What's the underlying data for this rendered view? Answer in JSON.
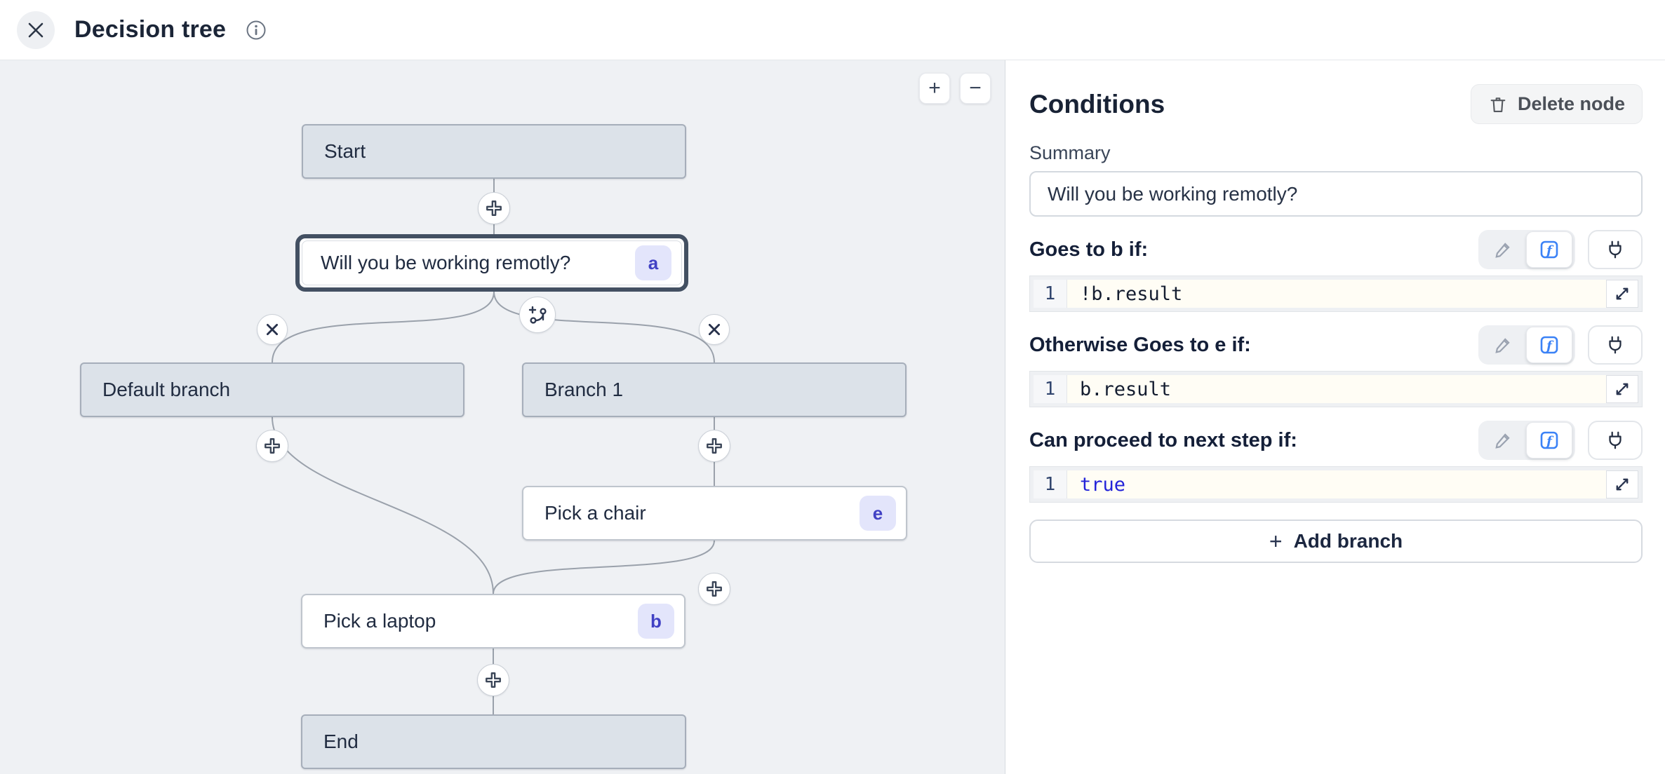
{
  "header": {
    "title": "Decision tree"
  },
  "canvas": {
    "zoom_in": "+",
    "zoom_out": "−",
    "nodes": {
      "start": {
        "label": "Start"
      },
      "question": {
        "label": "Will you be working remotly?",
        "badge": "a"
      },
      "default_branch": {
        "label": "Default branch"
      },
      "branch1": {
        "label": "Branch 1"
      },
      "chair": {
        "label": "Pick a chair",
        "badge": "e"
      },
      "laptop": {
        "label": "Pick a laptop",
        "badge": "b"
      },
      "end": {
        "label": "End"
      }
    }
  },
  "panel": {
    "title": "Conditions",
    "delete_button": "Delete node",
    "summary": {
      "label": "Summary",
      "value": "Will you be working remotly?"
    },
    "conditions": [
      {
        "label": "Goes to b if:",
        "line": "1",
        "code": "!b.result",
        "code_kind": "plain"
      },
      {
        "label": "Otherwise Goes to e if:",
        "line": "1",
        "code": "b.result",
        "code_kind": "plain"
      },
      {
        "label": "Can proceed to next step if:",
        "line": "1",
        "code": "true",
        "code_kind": "keyword"
      }
    ],
    "add_branch": {
      "plus": "+",
      "label": "Add branch"
    }
  },
  "icons": [
    "close-icon",
    "info-icon",
    "trash-icon",
    "pencil-icon",
    "fx-icon",
    "plug-icon",
    "expand-icon",
    "plus-connector-icon",
    "remove-branch-icon",
    "add-branch-edge-icon"
  ],
  "colors": {
    "accent_blue": "#3b82f6",
    "code_keyword": "#2323d9",
    "badge_bg": "#e3e5fb",
    "badge_text": "#4141c4",
    "terminal_node_fill": "#dce2e9",
    "canvas_bg": "#eff1f4",
    "edge": "#9aa1ab",
    "selection_ring": "#435062"
  }
}
